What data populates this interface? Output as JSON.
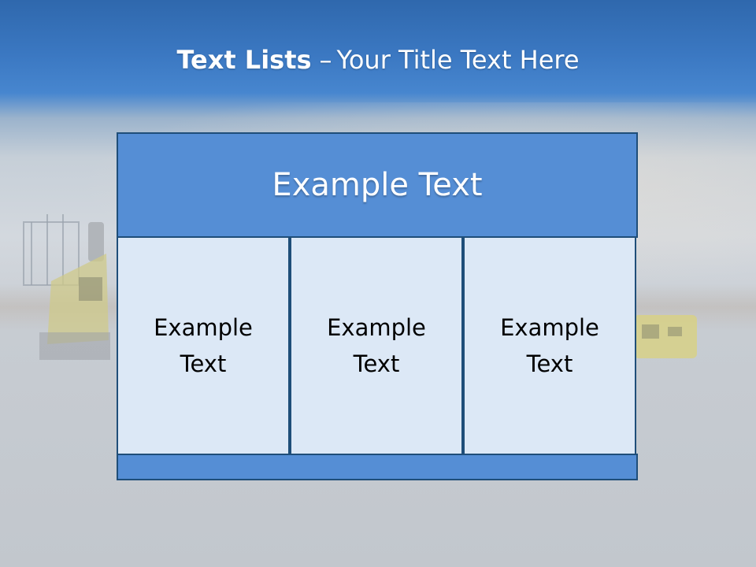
{
  "slide": {
    "title_bold": "Text Lists",
    "title_separator": "–",
    "title_rest": "Your Title Text Here"
  },
  "diagram": {
    "header": "Example Text",
    "cells": [
      {
        "label": "Example Text"
      },
      {
        "label": "Example Text"
      },
      {
        "label": "Example Text"
      }
    ]
  },
  "colors": {
    "header_fill": "#558ed5",
    "cell_fill": "#dce8f6",
    "border": "#1f4e79",
    "title_bar": "#3b78c2"
  }
}
